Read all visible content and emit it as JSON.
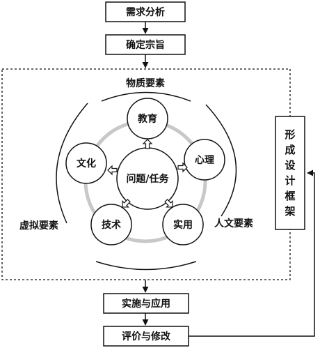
{
  "steps": {
    "needs_analysis": "需求分析",
    "determine_purpose": "确定宗旨",
    "implement_apply": "实施与应用",
    "evaluate_revise": "评价与修改"
  },
  "framework": {
    "label": "形成设计框架"
  },
  "zones": {
    "material_elements": "物质要素",
    "virtual_elements": "虚拟要素",
    "humanistic_elements": "人文要素"
  },
  "nodes": {
    "center": "问题/任务",
    "education": "教育",
    "psychology": "心理",
    "practical": "实用",
    "technology": "技术",
    "culture": "文化"
  }
}
